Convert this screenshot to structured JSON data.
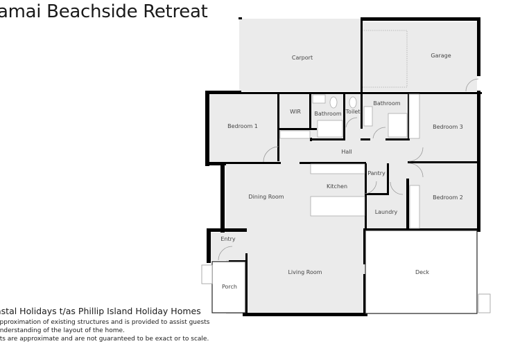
{
  "title": "amai Beachside Retreat",
  "footer": {
    "company": "astal Holidays t/as Phillip Island Holiday Homes",
    "disclaimer_lines": [
      "approximation of existing structures and is provided to assist guests",
      "understanding of the layout of the home.",
      "nts are approximate and are not guaranteed to be exact or to scale."
    ]
  },
  "floorplan": {
    "colors": {
      "wall": "#000000",
      "floor": "#ebebeb",
      "outdoor": "#ffffff",
      "fixture": "#999999",
      "label": "#444444"
    },
    "rooms": [
      {
        "id": "carport",
        "label": "Carport"
      },
      {
        "id": "garage",
        "label": "Garage"
      },
      {
        "id": "bedroom1",
        "label": "Bedroom 1"
      },
      {
        "id": "wir",
        "label": "WIR"
      },
      {
        "id": "bathroom1",
        "label": "Bathroom"
      },
      {
        "id": "toilet",
        "label": "Toilet"
      },
      {
        "id": "bathroom2",
        "label": "Bathroom"
      },
      {
        "id": "bedroom3",
        "label": "Bedroom 3"
      },
      {
        "id": "hall",
        "label": "Hall"
      },
      {
        "id": "pantry",
        "label": "Pantry"
      },
      {
        "id": "kitchen",
        "label": "Kitchen"
      },
      {
        "id": "dining",
        "label": "Dining Room"
      },
      {
        "id": "laundry",
        "label": "Laundry"
      },
      {
        "id": "bedroom2",
        "label": "Bedroom 2"
      },
      {
        "id": "entry",
        "label": "Entry"
      },
      {
        "id": "living",
        "label": "Living Room"
      },
      {
        "id": "deck",
        "label": "Deck"
      },
      {
        "id": "porch",
        "label": "Porch"
      }
    ]
  }
}
